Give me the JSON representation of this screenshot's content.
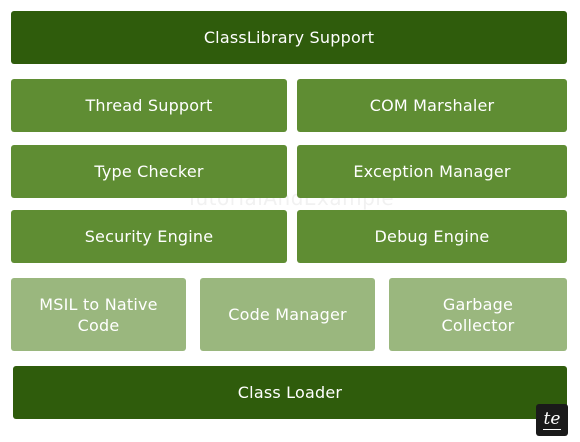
{
  "watermark": "TutorialAndExample",
  "logo": "te",
  "blocks": {
    "classlibrary_support": "ClassLibrary Support",
    "thread_support": "Thread Support",
    "com_marshaler": "COM Marshaler",
    "type_checker": "Type Checker",
    "exception_manager": "Exception Manager",
    "security_engine": "Security Engine",
    "debug_engine": "Debug Engine",
    "msil_to_native_line1": "MSIL to Native",
    "msil_to_native_line2": "Code",
    "code_manager": "Code Manager",
    "garbage_collector_line1": "Garbage",
    "garbage_collector_line2": "Collector",
    "class_loader": "Class Loader"
  },
  "colors": {
    "dark_green": "#2f5c0c",
    "medium_green": "#5f8d33",
    "light_green": "#9ab77e"
  }
}
